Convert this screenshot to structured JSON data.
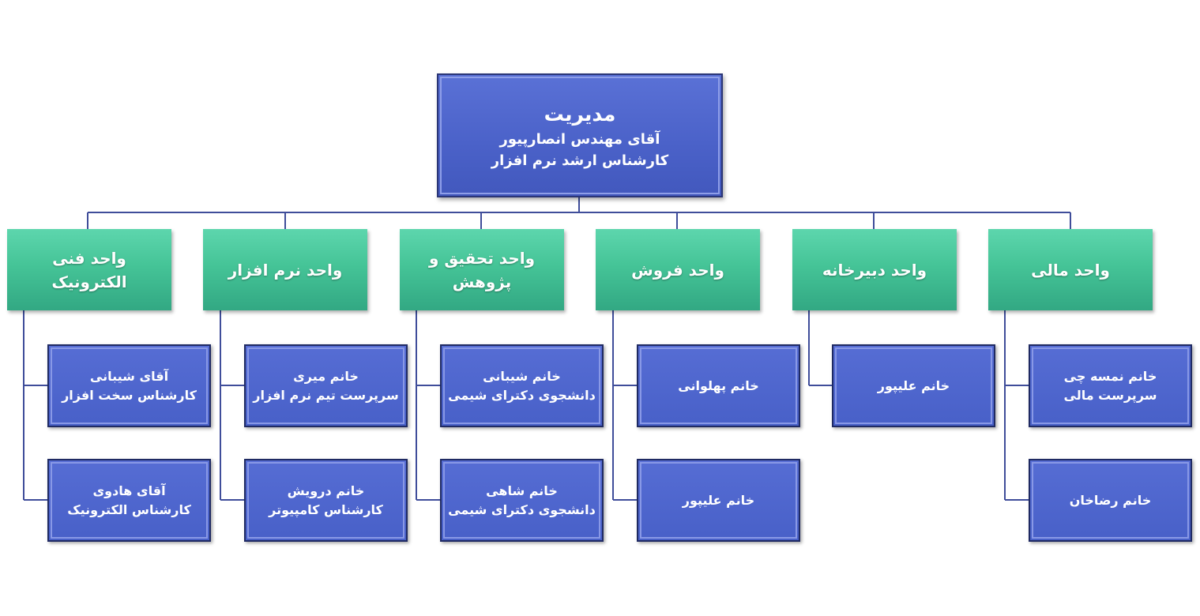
{
  "root": {
    "title": "مدیریت",
    "line1": "آقای مهندس انصارپیور",
    "line2": "کارشناس ارشد نرم افزار"
  },
  "departments": [
    {
      "label1": "واحد مالی",
      "label2": "",
      "staff": [
        {
          "line1": "خانم نمسه چی",
          "line2": "سرپرست مالی"
        },
        {
          "line1": "خانم رضاخان",
          "line2": ""
        }
      ]
    },
    {
      "label1": "واحد دبیرخانه",
      "label2": "",
      "staff": [
        {
          "line1": "خانم علیپور",
          "line2": ""
        }
      ]
    },
    {
      "label1": "واحد فروش",
      "label2": "",
      "staff": [
        {
          "line1": "خانم پهلوانی",
          "line2": ""
        },
        {
          "line1": "خانم علیپور",
          "line2": ""
        }
      ]
    },
    {
      "label1": "واحد تحقیق و",
      "label2": "پژوهش",
      "staff": [
        {
          "line1": "خانم شیبانی",
          "line2": "دانشجوی دکترای شیمی"
        },
        {
          "line1": "خانم شاهی",
          "line2": "دانشجوی دکترای شیمی"
        }
      ]
    },
    {
      "label1": "واحد نرم افزار",
      "label2": "",
      "staff": [
        {
          "line1": "خانم میری",
          "line2": "سرپرست تیم نرم افزار"
        },
        {
          "line1": "خانم درویش",
          "line2": "کارشناس کامپیوتر"
        }
      ]
    },
    {
      "label1": "واحد فنی",
      "label2": "الکترونیک",
      "staff": [
        {
          "line1": "آقای شیبانی",
          "line2": "کارشناس سخت افزار"
        },
        {
          "line1": "آقای هادوی",
          "line2": "کارشناس الکترونیک"
        }
      ]
    }
  ]
}
